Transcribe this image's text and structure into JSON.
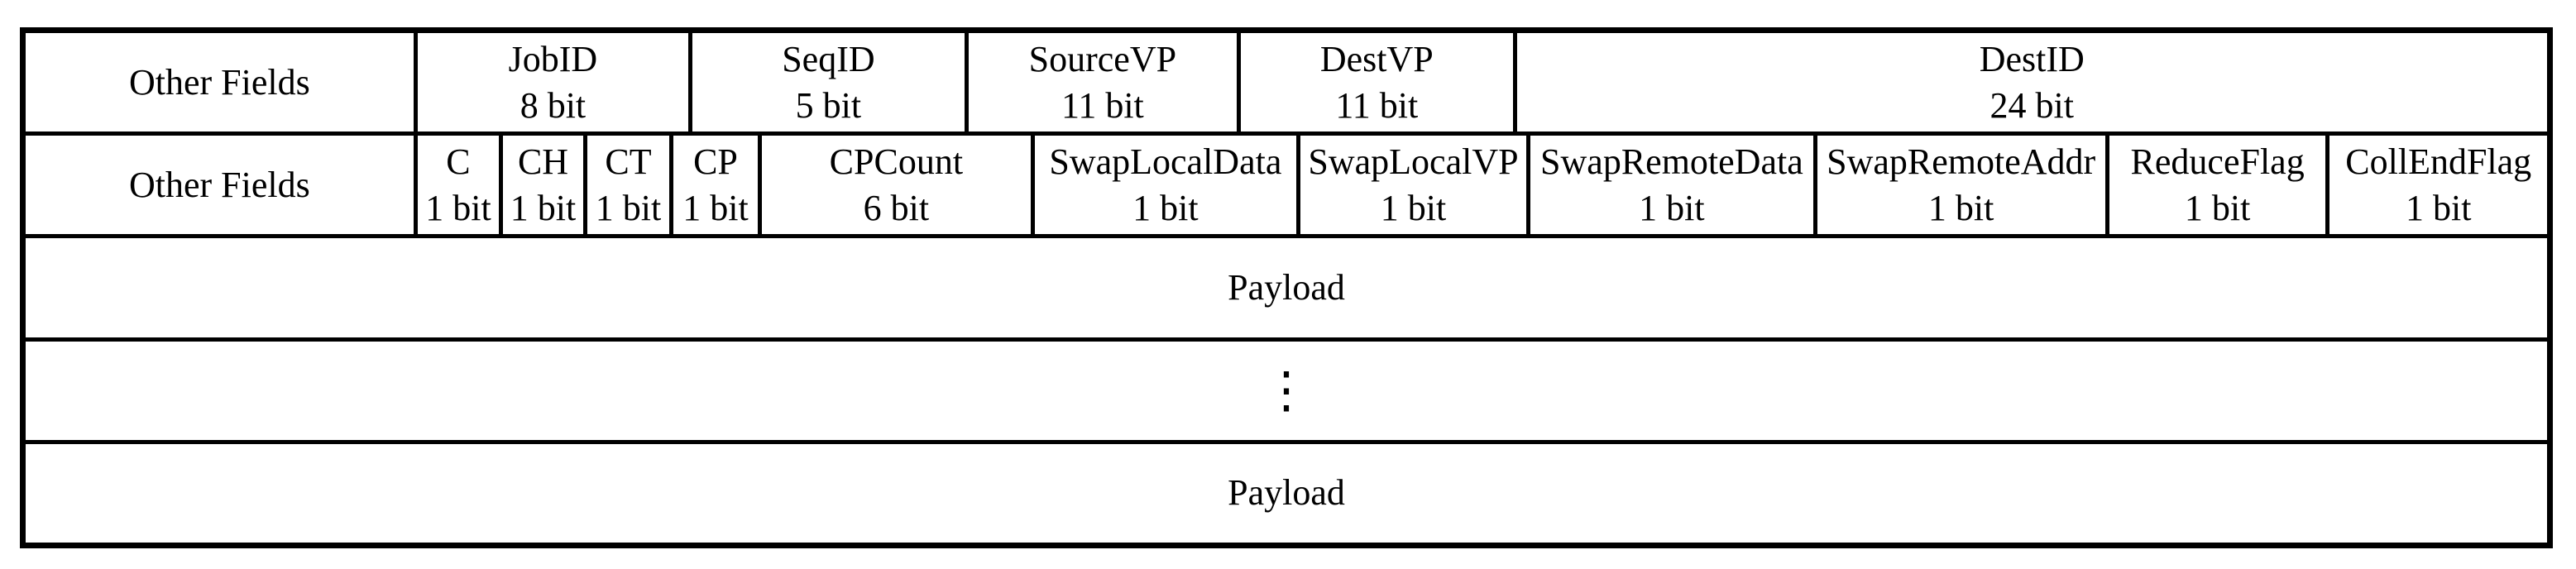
{
  "colors": {
    "border": "#000000",
    "background": "#ffffff",
    "text": "#000000"
  },
  "diagram": {
    "type": "packet-format-bitfield-table",
    "rows": {
      "header1": {
        "cells": [
          {
            "label": "Other Fields",
            "bits": ""
          },
          {
            "label": "JobID",
            "bits": "8 bit"
          },
          {
            "label": "SeqID",
            "bits": "5 bit"
          },
          {
            "label": "SourceVP",
            "bits": "11 bit"
          },
          {
            "label": "DestVP",
            "bits": "11 bit"
          },
          {
            "label": "DestID",
            "bits": "24 bit"
          }
        ]
      },
      "header2": {
        "cells": [
          {
            "label": "Other Fields",
            "bits": ""
          },
          {
            "label": "C",
            "bits": "1 bit"
          },
          {
            "label": "CH",
            "bits": "1 bit"
          },
          {
            "label": "CT",
            "bits": "1 bit"
          },
          {
            "label": "CP",
            "bits": "1 bit"
          },
          {
            "label": "CPCount",
            "bits": "6 bit"
          },
          {
            "label": "SwapLocalData",
            "bits": "1 bit"
          },
          {
            "label": "SwapLocalVP",
            "bits": "1 bit"
          },
          {
            "label": "SwapRemoteData",
            "bits": "1 bit"
          },
          {
            "label": "SwapRemoteAddr",
            "bits": "1 bit"
          },
          {
            "label": "ReduceFlag",
            "bits": "1 bit"
          },
          {
            "label": "CollEndFlag",
            "bits": "1 bit"
          }
        ]
      },
      "payload1": {
        "label": "Payload"
      },
      "ellipsis": {
        "label": "⋮"
      },
      "payload2": {
        "label": "Payload"
      }
    }
  }
}
